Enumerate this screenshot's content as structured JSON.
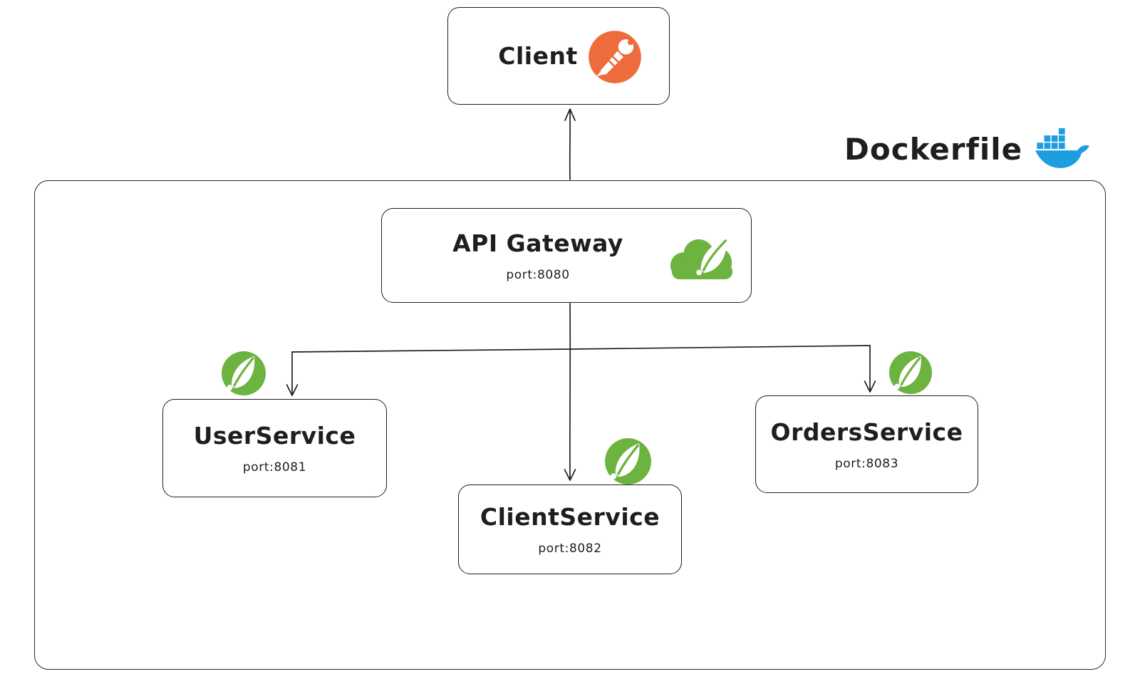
{
  "colors": {
    "spring_green": "#6DB33F",
    "postman_orange": "#EE6B3C",
    "docker_blue": "#1D9EE1",
    "stroke_dark": "#1e1e1e"
  },
  "client_node": {
    "label": "Client",
    "icon": "postman-icon"
  },
  "dockerfile_label": {
    "text": "Dockerfile",
    "icon": "docker-icon"
  },
  "api_gateway": {
    "title": "API Gateway",
    "port": "port:8080",
    "icon": "spring-cloud-icon"
  },
  "services": [
    {
      "title": "UserService",
      "port": "port:8081",
      "icon": "spring-boot-icon"
    },
    {
      "title": "ClientService",
      "port": "port:8082",
      "icon": "spring-boot-icon"
    },
    {
      "title": "OrdersService",
      "port": "port:8083",
      "icon": "spring-boot-icon"
    }
  ]
}
